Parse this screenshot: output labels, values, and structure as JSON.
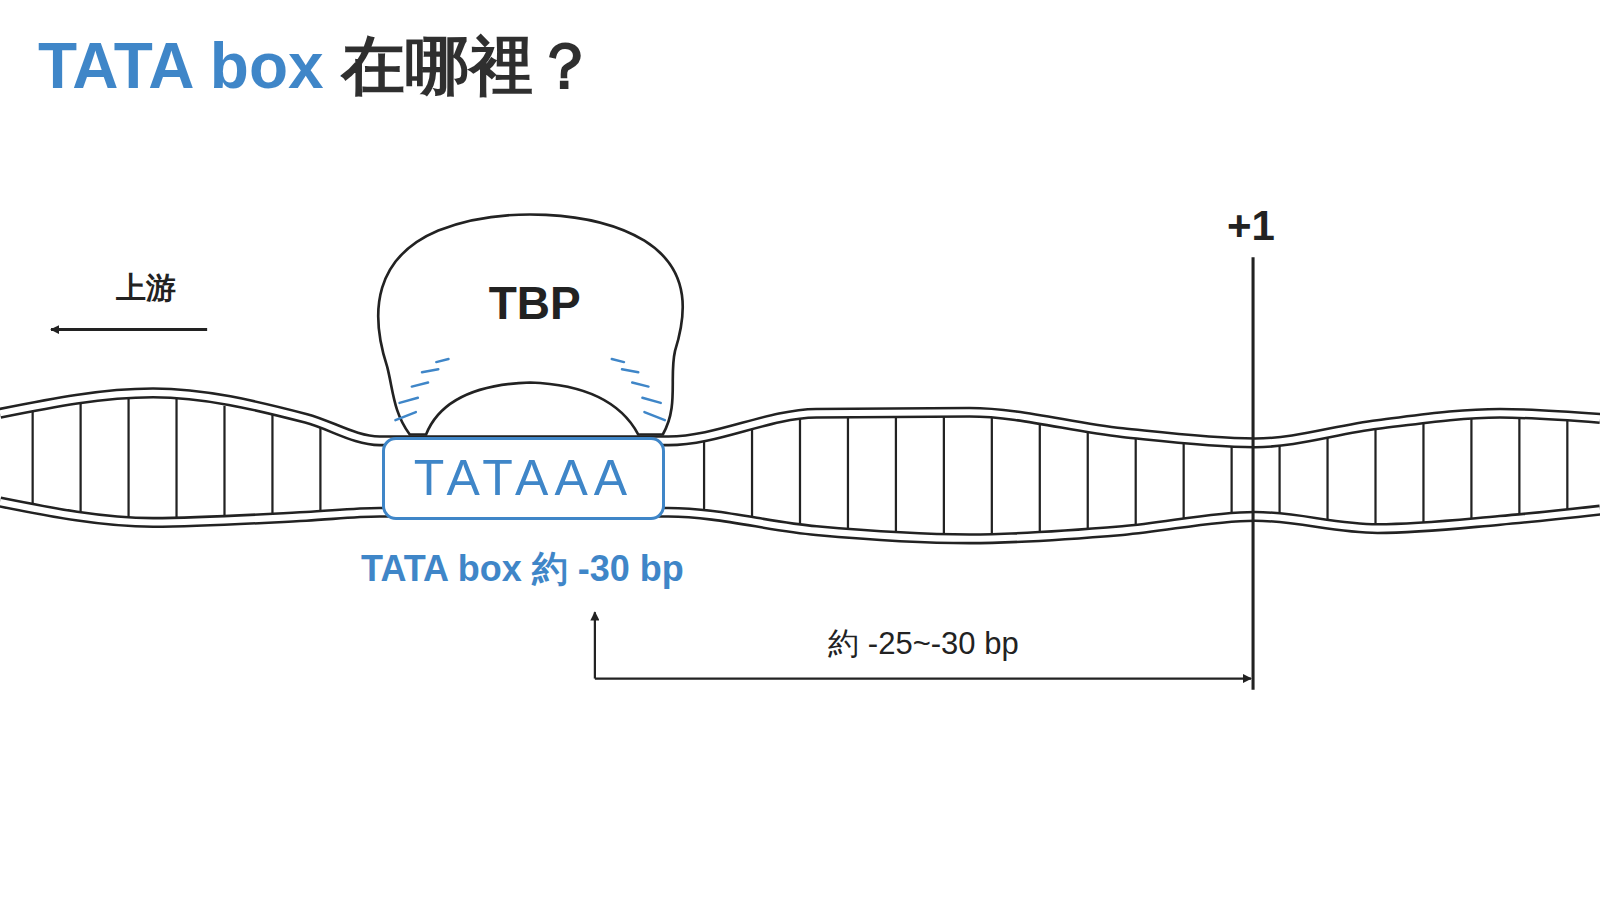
{
  "diagram": {
    "title": "TATA box 在哪裡？",
    "nodes": [
      {
        "text": [
          "TBP"
        ]
      },
      {
        "text": [
          "TATAAA"
        ]
      }
    ],
    "labels": [
      "上游",
      "+1",
      "TATA box 約 -30 bp",
      "約 -25~-30 bp"
    ]
  }
}
